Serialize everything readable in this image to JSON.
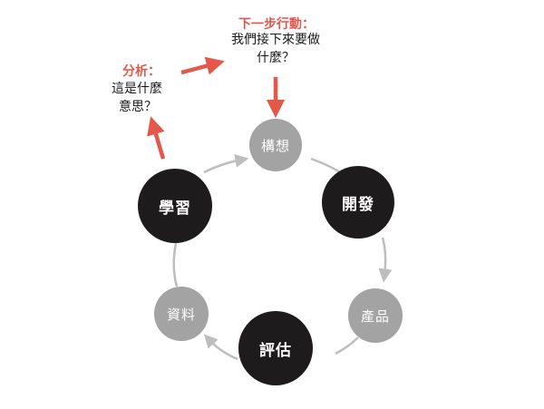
{
  "colors": {
    "accent": "#e4574a",
    "dark_node": "#1e1b1c",
    "light_node": "#a3a3a3",
    "connector": "#bdbdbd"
  },
  "annotations": {
    "next_step": {
      "title": "下一步行動：",
      "line1": "我們接下來要做",
      "line2": "什麼？"
    },
    "analysis": {
      "title": "分析：",
      "line1": "這是什麼",
      "line2": "意思？"
    }
  },
  "nodes": {
    "ideas": "構想",
    "build": "開發",
    "product": "產品",
    "measure": "評估",
    "data": "資料",
    "learn": "學習"
  }
}
